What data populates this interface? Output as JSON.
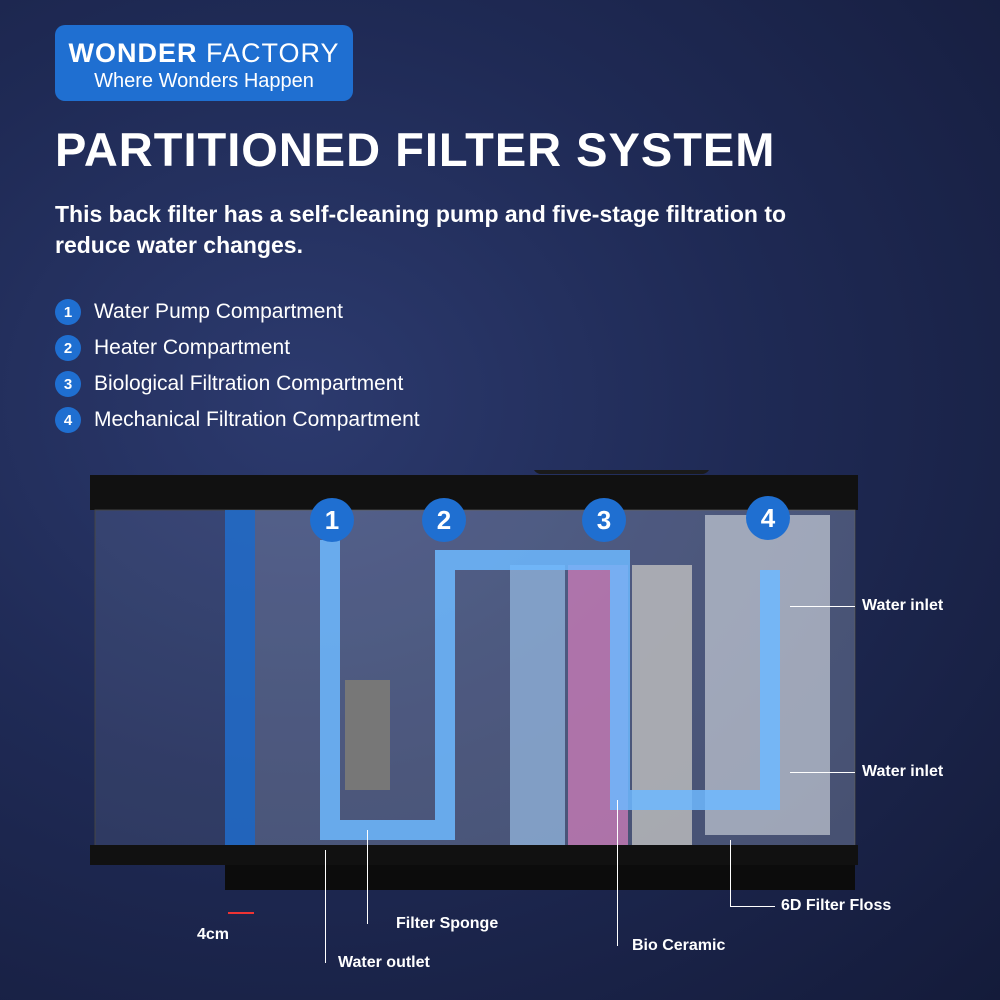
{
  "brand": {
    "name_bold": "WONDER",
    "name_light": "FACTORY",
    "tagline": "Where Wonders Happen"
  },
  "title": "PARTITIONED FILTER SYSTEM",
  "subtitle": "This back filter has a self-cleaning pump and five-stage filtration to reduce water changes.",
  "compartments": [
    {
      "num": "1",
      "label": "Water Pump Compartment"
    },
    {
      "num": "2",
      "label": "Heater Compartment"
    },
    {
      "num": "3",
      "label": "Biological Filtration Compartment"
    },
    {
      "num": "4",
      "label": "Mechanical Filtration Compartment"
    }
  ],
  "callouts": {
    "inlet1": "Water inlet",
    "inlet2": "Water inlet",
    "floss": "6D Filter Floss",
    "ceramic": "Bio Ceramic",
    "sponge": "Filter Sponge",
    "outlet": "Water outlet",
    "depth": "4cm"
  },
  "colors": {
    "accent": "#1f6fd1",
    "flow": "#6db8ff"
  }
}
